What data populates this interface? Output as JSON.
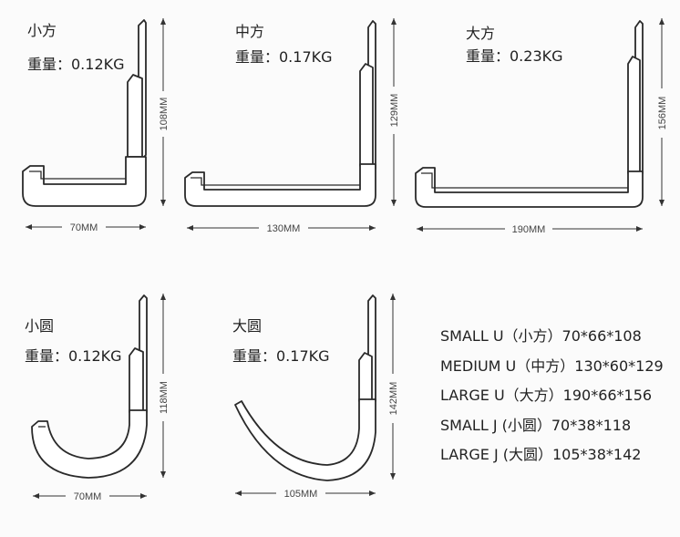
{
  "products": [
    {
      "name": "小方",
      "weight": "重量：0.12KG",
      "width_dim": "70MM",
      "height_dim": "108MM"
    },
    {
      "name": "中方",
      "weight": "重量：0.17KG",
      "width_dim": "130MM",
      "height_dim": "129MM"
    },
    {
      "name": "大方",
      "weight": "重量：0.23KG",
      "width_dim": "190MM",
      "height_dim": "156MM"
    },
    {
      "name": "小圆",
      "weight": "重量：0.12KG",
      "width_dim": "70MM",
      "height_dim": "118MM"
    },
    {
      "name": "大圆",
      "weight": "重量：0.17KG",
      "width_dim": "105MM",
      "height_dim": "142MM"
    }
  ],
  "specs": [
    "SMALL U（小方）70*66*108",
    "MEDIUM U（中方）130*60*129",
    "LARGE U（大方）190*66*156",
    "SMALL J (小圆）70*38*118",
    "LARGE J (大圆）105*38*142"
  ]
}
